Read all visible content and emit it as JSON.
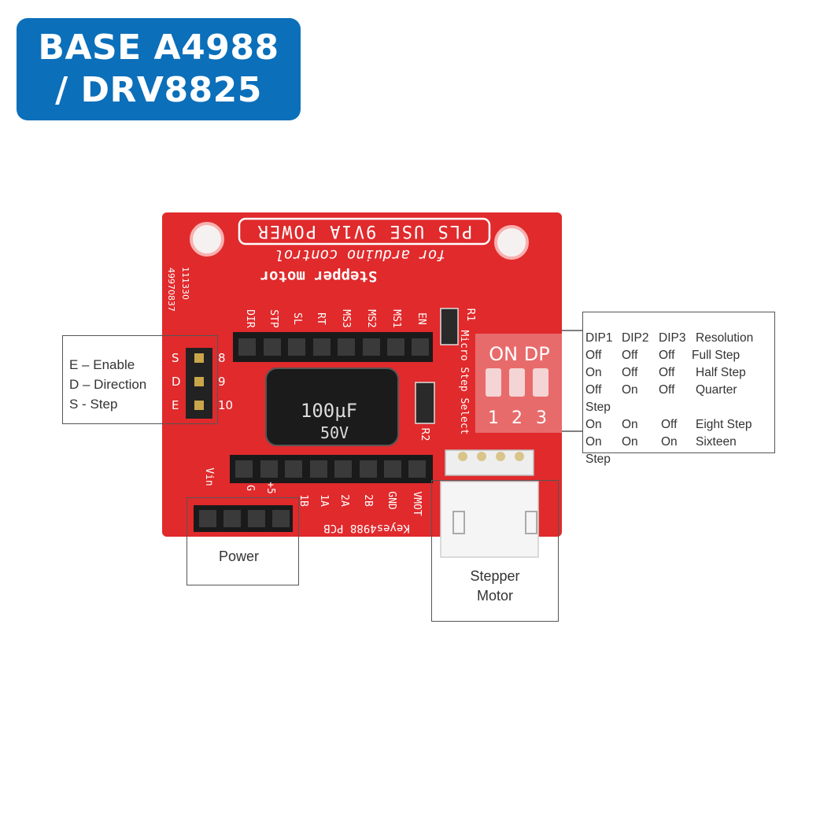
{
  "badge": {
    "line1": "BASE A4988",
    "line2": "/ DRV8825",
    "color": "#0b6fba"
  },
  "pcb": {
    "color": "#e02a2c",
    "top_silk": "PLS USE 9V1A POWER",
    "arduino_text": "for arduino control",
    "motor_text": "Stepper motor",
    "date_code": "111330",
    "serial": "49970837",
    "top_header_labels": [
      "DIR",
      "STP",
      "SL",
      "RT",
      "MS3",
      "MS2",
      "MS1",
      "EN"
    ],
    "bottom_header_labels": [
      "Vin",
      "G",
      "+5",
      "1B",
      "1A",
      "2A",
      "2B",
      "GND",
      "VMOT"
    ],
    "brand_text": "Keyes4988 PCB",
    "side_pins": [
      "S",
      "D",
      "E"
    ],
    "side_pin_numbers": [
      "8",
      "9",
      "10"
    ],
    "microstep_text": "Micro Step Select",
    "r1": "R1",
    "r2": "R2",
    "capacitor_value": "100µF",
    "capacitor_voltage": "50V",
    "dip_switch_label": "ON DP",
    "dip_numbers": [
      "1",
      "2",
      "3"
    ]
  },
  "callouts": {
    "pins_legend": [
      "E – Enable",
      "D – Direction",
      "S - Step"
    ],
    "power": "Power",
    "stepper_motor_line1": "Stepper",
    "stepper_motor_line2": "Motor",
    "dip_table": {
      "header": [
        "DIP1",
        "DIP2",
        "DIP3",
        "Resolution"
      ],
      "rows": [
        [
          "Off",
          "Off",
          "Off",
          "Full Step"
        ],
        [
          "On",
          "Off",
          "Off",
          "Half Step"
        ],
        [
          "Off",
          "On",
          "Off",
          "Quarter"
        ]
      ],
      "wrap1": "Step",
      "rows2": [
        [
          "On",
          "On",
          "Off",
          "Eight Step"
        ],
        [
          "On",
          "On",
          "On",
          "Sixteen"
        ]
      ],
      "wrap2": "Step"
    }
  }
}
